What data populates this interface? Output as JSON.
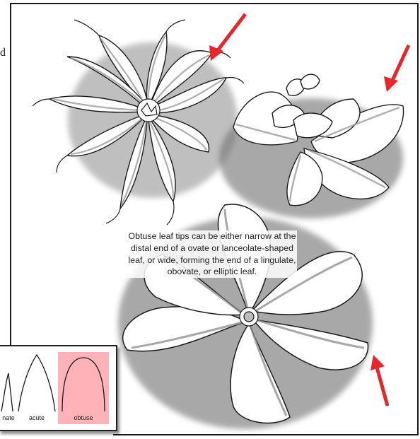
{
  "margin_fragment": "d",
  "caption": "Obtuse leaf tips can be either narrow at the distal end of a ovate or lanceolate-shaped leaf, or wide, forming the end of a lingulate, obovate, or elliptic leaf.",
  "legend": {
    "labels": [
      "nate",
      "acute",
      "obtuse"
    ],
    "highlighted": "obtuse",
    "highlight_color": "#ffb3b8"
  },
  "colors": {
    "arrow": "#e8262a",
    "outline": "#1a1a1a",
    "leaf_shadow": "#9a9a9a"
  }
}
